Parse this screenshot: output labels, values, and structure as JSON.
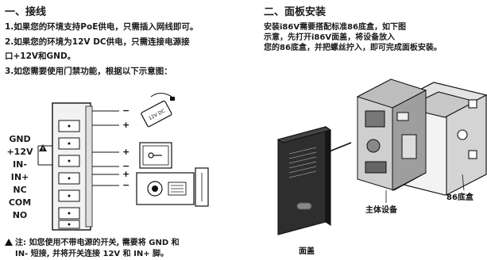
{
  "left": {
    "title": "一、接线",
    "lines": [
      "1.如果您的环境支持PoE供电，只需插入网线即可。",
      "2.如果您的环境为12V DC供电，只需连接电源接",
      "口+12V和GND。",
      "3.如您需要使用门禁功能，根据以下示意图："
    ],
    "pins": [
      "GND",
      "+12V",
      "IN-",
      "IN+",
      "NC",
      "COM",
      "NO"
    ],
    "adapter_text": "12V DC",
    "polarity": {
      "minus": "−",
      "plus": "+"
    },
    "note": {
      "line1": "注: 如您使用不带电源的开关, 需要将 GND 和",
      "line2": "IN- 短接, 并将开关连接 12V 和 IN+ 脚。"
    }
  },
  "right": {
    "title": "二、面板安装",
    "lines": [
      "安装i86V需要搭配标准86底盒，如下图",
      "示意，先打开i86V面盖，将设备放入",
      "您的86底盒，并把螺丝拧入，即可完成面板安装。"
    ],
    "labels": {
      "cover": "面盖",
      "main_device": "主体设备",
      "box": "86底盒"
    }
  }
}
